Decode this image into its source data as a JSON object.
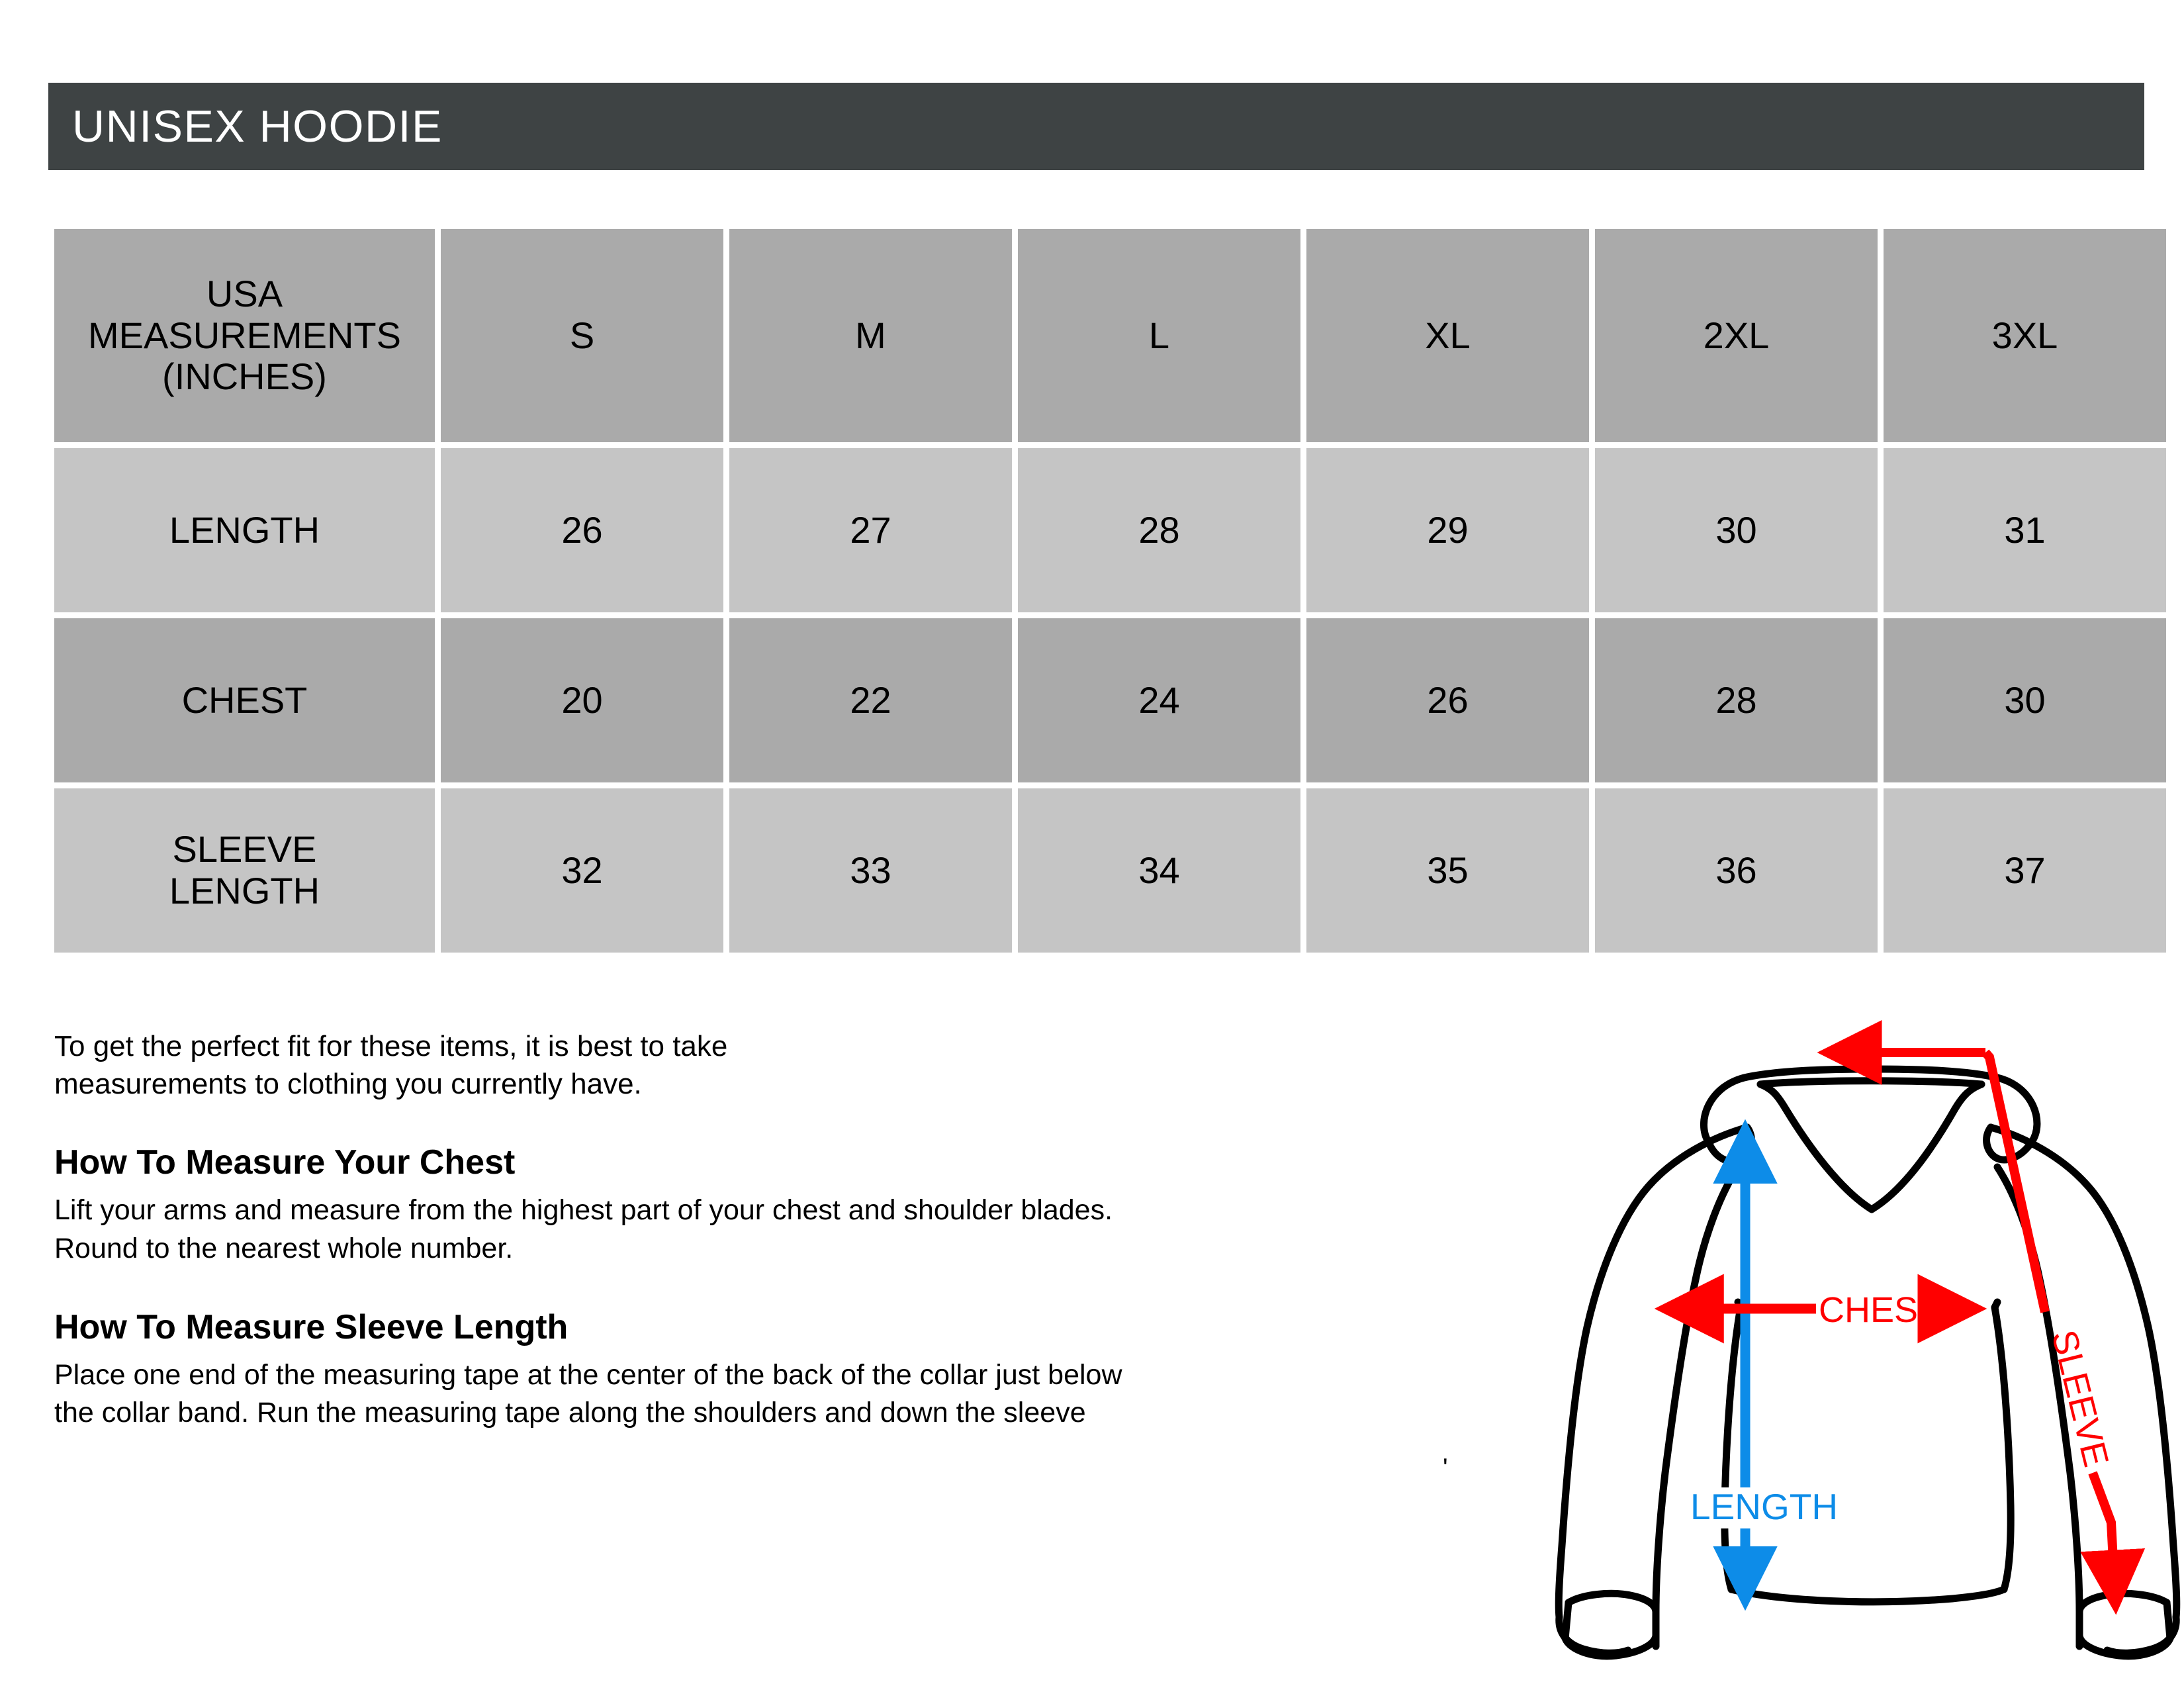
{
  "title": {
    "text": "UNISEX HOODIE",
    "bar_color": "#3e4344",
    "text_color": "#ffffff"
  },
  "chart_data": {
    "type": "table",
    "title": "UNISEX HOODIE",
    "corner_header": "USA MEASUREMENTS (INCHES)",
    "corner_header_lines": [
      "USA",
      "MEASUREMENTS",
      "(INCHES)"
    ],
    "categories": [
      "S",
      "M",
      "L",
      "XL",
      "2XL",
      "3XL"
    ],
    "series": [
      {
        "name": "LENGTH",
        "values": [
          26,
          27,
          28,
          29,
          30,
          31
        ]
      },
      {
        "name": "CHEST",
        "values": [
          20,
          22,
          24,
          26,
          28,
          30
        ]
      },
      {
        "name": "SLEEVE LENGTH",
        "values": [
          32,
          33,
          34,
          35,
          36,
          37
        ]
      }
    ],
    "unit": "inches",
    "header_bg": "#aaaaaa",
    "row_bg_dark": "#aaaaaa",
    "row_bg_light": "#c5c5c5"
  },
  "table": {
    "corner": {
      "line1": "USA",
      "line2": "MEASUREMENTS",
      "line3": "(INCHES)"
    },
    "sizes": [
      "S",
      "M",
      "L",
      "XL",
      "2XL",
      "3XL"
    ],
    "rows": [
      {
        "label": "LENGTH",
        "label_line1": "LENGTH",
        "label_line2": "",
        "values": [
          "26",
          "27",
          "28",
          "29",
          "30",
          "31"
        ]
      },
      {
        "label": "CHEST",
        "label_line1": "CHEST",
        "label_line2": "",
        "values": [
          "20",
          "22",
          "24",
          "26",
          "28",
          "30"
        ]
      },
      {
        "label": "SLEEVE LENGTH",
        "label_line1": "SLEEVE",
        "label_line2": "LENGTH",
        "values": [
          "32",
          "33",
          "34",
          "35",
          "36",
          "37"
        ]
      }
    ]
  },
  "instructions": {
    "intro_line1": "To get the perfect fit for these items, it is best to take",
    "intro_line2": "measurements to clothing you currently have.",
    "chest_heading": "How To Measure Your Chest",
    "chest_line1": "Lift your arms and measure from the highest part of your chest and shoulder blades.",
    "chest_line2": "Round to the nearest whole number.",
    "sleeve_heading": "How To Measure Sleeve Length",
    "sleeve_line1": "Place one end of the measuring tape at the center of the back of the collar just below",
    "sleeve_line2": "the collar band. Run the measuring tape along the shoulders and down the sleeve",
    "stray_mark": "'"
  },
  "diagram": {
    "length_label": "LENGTH",
    "chest_label": "CHEST",
    "sleeve_label": "SLEEVE",
    "length_color": "#0d8ce8",
    "chest_color": "#ff0000",
    "sleeve_color": "#ff0000",
    "outline_color": "#000000"
  }
}
